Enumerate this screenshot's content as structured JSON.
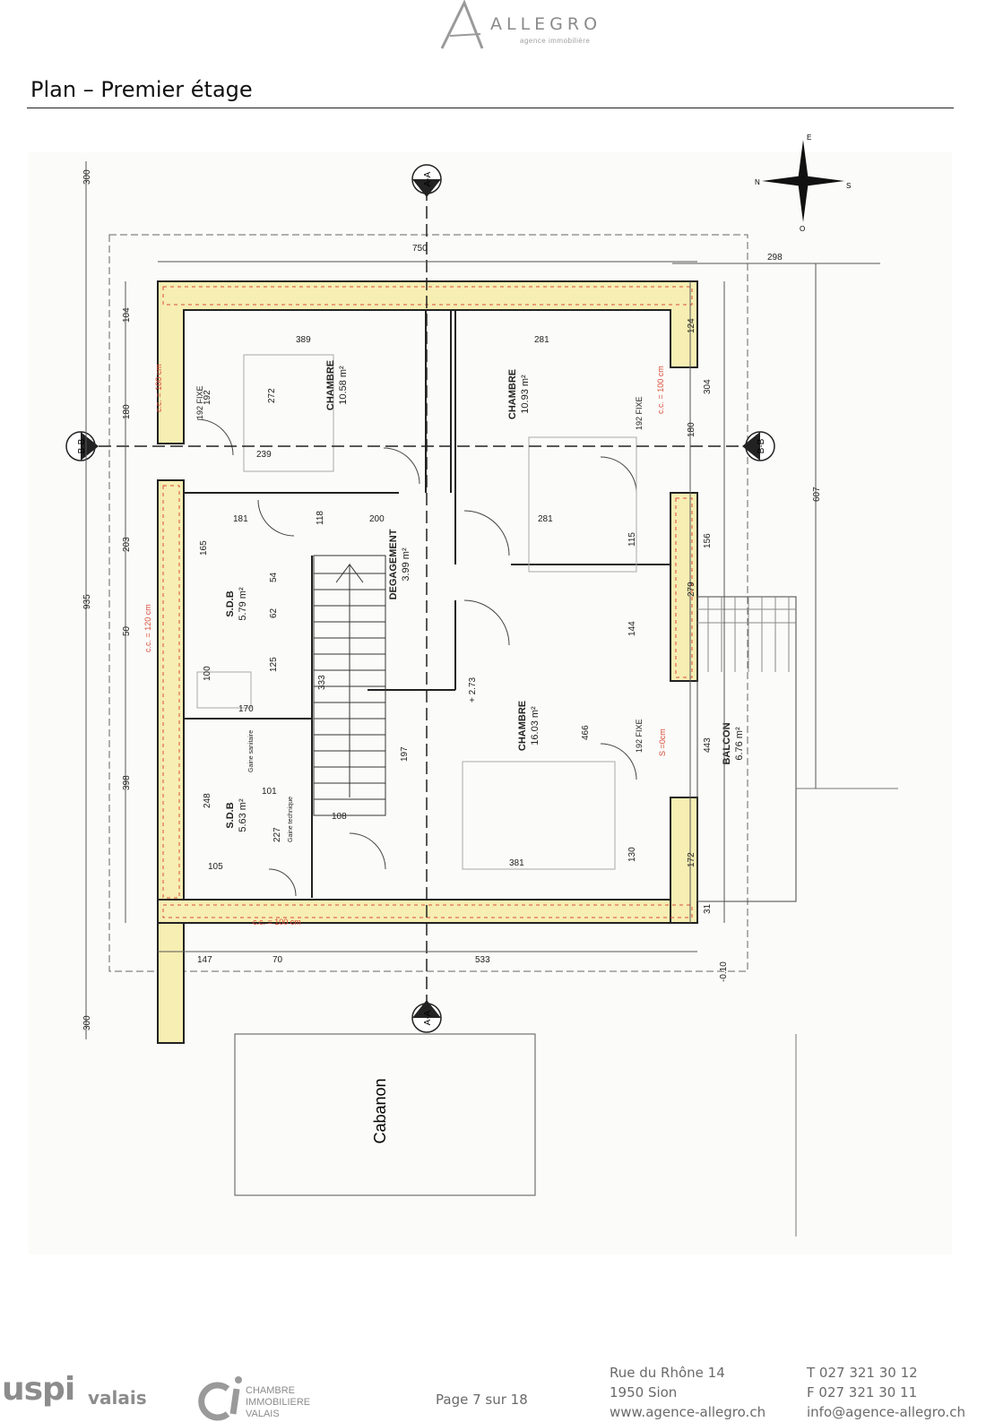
{
  "header": {
    "brand_name": "ALLEGRO",
    "brand_tagline": "agence immobilière"
  },
  "page_title": "Plan – Premier étage",
  "plan": {
    "section_markers": [
      "A-A",
      "A-A",
      "B-B",
      "B-B"
    ],
    "compass": [
      "E",
      "N",
      "S",
      "O"
    ],
    "rooms": [
      {
        "name": "CHAMBRE",
        "area": "10.58 m²"
      },
      {
        "name": "CHAMBRE",
        "area": "10.93 m²"
      },
      {
        "name": "DEGAGEMENT",
        "area": "3.99 m²"
      },
      {
        "name": "S.D.B",
        "area": "5.79 m²"
      },
      {
        "name": "CHAMBRE",
        "area": "16.03 m²"
      },
      {
        "name": "S.D.B",
        "area": "5.63 m²"
      },
      {
        "name": "BALCON",
        "area": "6.76 m²"
      }
    ],
    "outbuilding": "Cabanon",
    "dimensions": {
      "top_total": "750",
      "top_right": "298",
      "left_total": "935",
      "left_top": "300",
      "left_bottom": "300",
      "left_segments": [
        "104",
        "180",
        "203",
        "50",
        "398"
      ],
      "right_segments": [
        "124",
        "304",
        "180",
        "156",
        "279",
        "443",
        "172",
        "31"
      ],
      "right_total": "607",
      "bottom_segments": [
        "147",
        "70",
        "533"
      ],
      "interior": [
        "389",
        "281",
        "272",
        "239",
        "181",
        "165",
        "200",
        "281",
        "333",
        "197",
        "466",
        "381",
        "170",
        "125",
        "100",
        "248",
        "227",
        "105",
        "101",
        "54",
        "62",
        "192",
        "144",
        "115",
        "130",
        "118",
        "108"
      ],
      "level": "+ 2.73",
      "level_ext": "-0.10"
    },
    "window_notes": [
      "c.c. = 100 cm",
      "c.c. = 100 cm",
      "c.c. = 120 cm",
      "c.c. = 100 cm",
      "S =0cm"
    ],
    "window_labels": [
      "192 FIXE",
      "192 FIXE",
      "192 FIXE"
    ],
    "misc_labels": [
      "Gaine sanitaire",
      "Gaine technique"
    ]
  },
  "footer": {
    "uspi_logo": "uspi",
    "uspi_sub": "valais",
    "chamber_lines": [
      "CHAMBRE",
      "IMMOBILIERE",
      "VALAIS"
    ],
    "page_number": "Page 7 sur 18",
    "address_lines": [
      "Rue du Rhône 14",
      "1950 Sion",
      "www.agence-allegro.ch"
    ],
    "contact_lines": [
      "T 027 321 30 12",
      "F 027 321 30 11",
      "info@agence-allegro.ch"
    ]
  },
  "colors": {
    "wall_fill": "#f6eeb2",
    "wall_stroke": "#222222",
    "brick_red": "#d94d3a",
    "grey_text": "#8c8c8c"
  }
}
